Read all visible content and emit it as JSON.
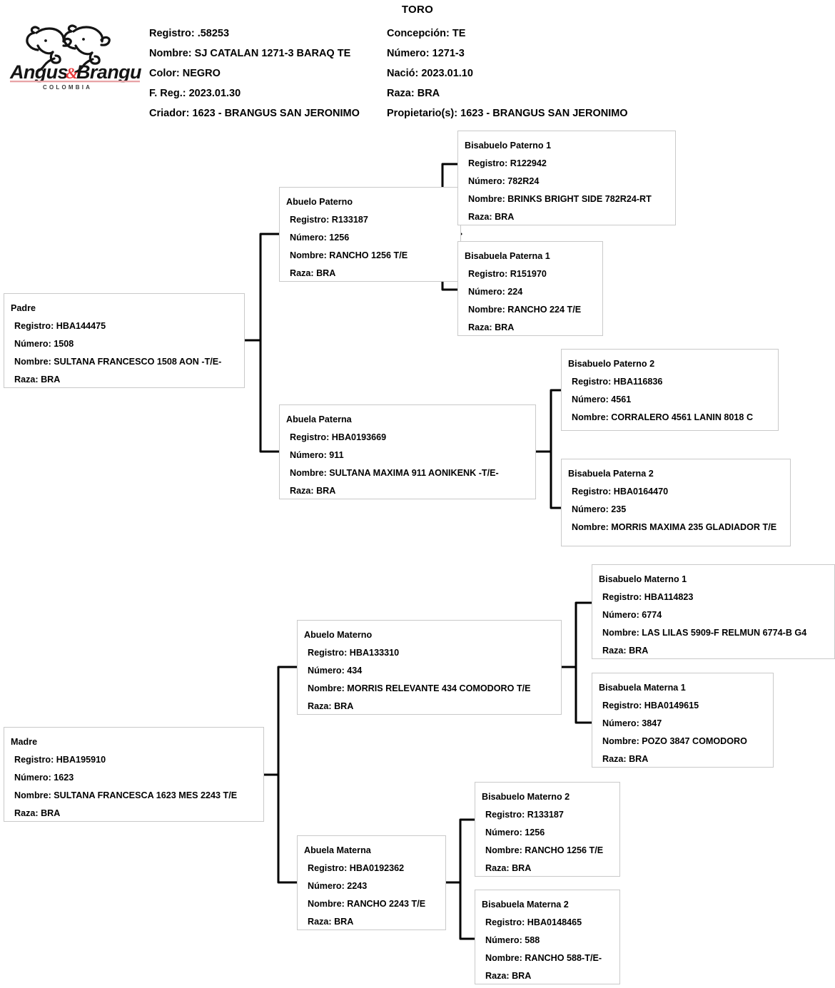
{
  "document": {
    "title": "TORO",
    "logo": {
      "brand_primary": "Angus",
      "brand_amp": "&",
      "brand_secondary": "Brangus",
      "brand_country": "C O L O M B I A",
      "accent_color": "#e8393b",
      "ink_color": "#1a1a1a"
    }
  },
  "header": {
    "left": [
      {
        "label": "Registro:",
        "value": ".58253"
      },
      {
        "label": "Nombre:",
        "value": " SJ CATALAN 1271-3 BARAQ TE"
      },
      {
        "label": "Color:",
        "value": "NEGRO"
      },
      {
        "label": "F. Reg.:",
        "value": "2023.01.30"
      },
      {
        "label": "Criador:",
        "value": "1623 - BRANGUS SAN JERONIMO"
      }
    ],
    "right": [
      {
        "label": "Concepción:",
        "value": "TE"
      },
      {
        "label": "Número:",
        "value": "1271-3"
      },
      {
        "label": "Nació:",
        "value": "2023.01.10"
      },
      {
        "label": "Raza:",
        "value": "BRA"
      },
      {
        "label": "Propietario(s):",
        "value": "1623 - BRANGUS SAN JERONIMO"
      }
    ]
  },
  "pedigree": {
    "padre": {
      "role": "Padre",
      "registro": "Registro: HBA144475",
      "numero": "Número: 1508",
      "nombre": "Nombre: SULTANA FRANCESCO 1508 AON -T/E-",
      "raza": "Raza: BRA"
    },
    "abuelo_paterno": {
      "role": "Abuelo Paterno",
      "registro": "Registro: R133187",
      "numero": "Número: 1256",
      "nombre": "Nombre: RANCHO 1256 T/E",
      "raza": "Raza: BRA"
    },
    "abuela_paterna": {
      "role": "Abuela Paterna",
      "registro": "Registro: HBA0193669",
      "numero": "Número: 911",
      "nombre": "Nombre: SULTANA MAXIMA 911 AONIKENK -T/E-",
      "raza": "Raza: BRA"
    },
    "bisabuelo_paterno_1": {
      "role": "Bisabuelo Paterno 1",
      "registro": "Registro: R122942",
      "numero": "Número: 782R24",
      "nombre": "Nombre: BRINKS BRIGHT SIDE 782R24-RT",
      "raza": "Raza: BRA"
    },
    "bisabuela_paterna_1": {
      "role": "Bisabuela Paterna 1",
      "registro": "Registro: R151970",
      "numero": "Número: 224",
      "nombre": "Nombre: RANCHO 224 T/E",
      "raza": "Raza: BRA"
    },
    "bisabuelo_paterno_2": {
      "role": "Bisabuelo Paterno 2",
      "registro": "Registro: HBA116836",
      "numero": "Número: 4561",
      "nombre": "Nombre: CORRALERO 4561 LANIN 8018 C",
      "raza": ""
    },
    "bisabuela_paterna_2": {
      "role": "Bisabuela Paterna 2",
      "registro": "Registro: HBA0164470",
      "numero": "Número: 235",
      "nombre": "Nombre: MORRIS MAXIMA 235 GLADIADOR T/E",
      "raza": ""
    },
    "madre": {
      "role": "Madre",
      "registro": "Registro: HBA195910",
      "numero": "Número: 1623",
      "nombre": "Nombre: SULTANA FRANCESCA 1623 MES 2243 T/E",
      "raza": "Raza: BRA"
    },
    "abuelo_materno": {
      "role": "Abuelo Materno",
      "registro": "Registro: HBA133310",
      "numero": "Número: 434",
      "nombre": "Nombre: MORRIS RELEVANTE 434 COMODORO T/E",
      "raza": "Raza: BRA"
    },
    "abuela_materna": {
      "role": "Abuela Materna",
      "registro": "Registro: HBA0192362",
      "numero": "Número: 2243",
      "nombre": "Nombre: RANCHO 2243 T/E",
      "raza": "Raza: BRA"
    },
    "bisabuelo_materno_1": {
      "role": "Bisabuelo Materno 1",
      "registro": "Registro: HBA114823",
      "numero": "Número: 6774",
      "nombre": "Nombre: LAS LILAS 5909-F RELMUN 6774-B G4",
      "raza": "Raza: BRA"
    },
    "bisabuela_materna_1": {
      "role": "Bisabuela Materna 1",
      "registro": "Registro: HBA0149615",
      "numero": "Número: 3847",
      "nombre": "Nombre: POZO 3847 COMODORO",
      "raza": "Raza: BRA"
    },
    "bisabuelo_materno_2": {
      "role": "Bisabuelo Materno 2",
      "registro": "Registro: R133187",
      "numero": "Número: 1256",
      "nombre": "Nombre: RANCHO 1256 T/E",
      "raza": "Raza: BRA"
    },
    "bisabuela_materna_2": {
      "role": "Bisabuela Materna 2",
      "registro": "Registro: HBA0148465",
      "numero": "Número: 588",
      "nombre": "Nombre: RANCHO 588-T/E-",
      "raza": "Raza: BRA"
    }
  }
}
